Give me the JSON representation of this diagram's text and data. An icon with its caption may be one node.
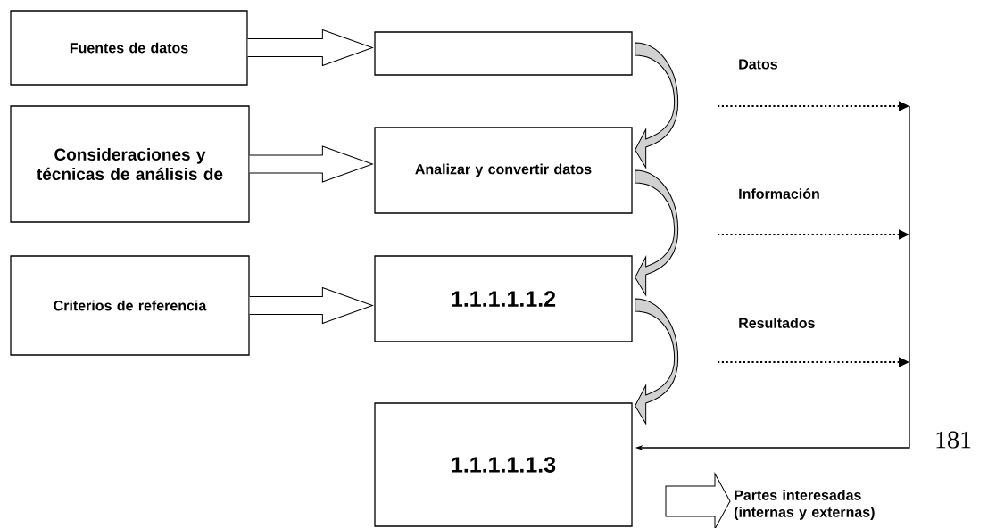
{
  "diagram": {
    "nodes": [
      {
        "text": [
          "Fuentes de datos"
        ]
      },
      {
        "text": [
          "Consideraciones y técnicas de análisis de"
        ]
      },
      {
        "text": [
          "Criterios de referencia"
        ]
      },
      {
        "text": [],
        "shape": "box"
      },
      {
        "text": [
          "Analizar y convertir datos"
        ]
      },
      {
        "text": [
          "1.1.1.1.1.2"
        ]
      },
      {
        "text": [
          "1.1.1.1.1.3"
        ]
      },
      {
        "text": [
          "Partes interesadas (internas y externas)"
        ]
      }
    ],
    "edges": [
      {
        "from": 0,
        "to": 3,
        "arrow": "to"
      },
      {
        "from": 1,
        "to": 4,
        "arrow": "to"
      },
      {
        "from": 2,
        "to": 5,
        "arrow": "to"
      },
      {
        "from": 3,
        "to": 4,
        "arrow": "to"
      },
      {
        "from": 4,
        "to": 5,
        "arrow": "to"
      },
      {
        "from": 5,
        "to": 6,
        "arrow": "to"
      },
      {
        "from": null,
        "to": 6,
        "arrow": "to"
      },
      {
        "from": 6,
        "to": 7,
        "arrow": "to"
      }
    ],
    "labels": [
      "Datos",
      "Información",
      "Resultados",
      "181"
    ]
  }
}
